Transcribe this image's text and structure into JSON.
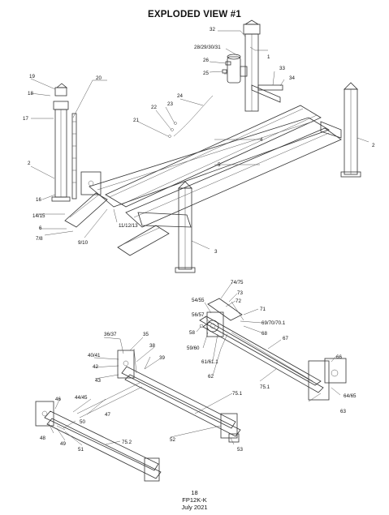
{
  "title": "EXPLODED VIEW #1",
  "footer": {
    "page": "18",
    "model": "FP12K-K",
    "date": "July 2021"
  },
  "callouts": {
    "c1": "1",
    "c2a": "2",
    "c2b": "2",
    "c3": "3",
    "c4": "4",
    "c5": "5",
    "c6": "6",
    "c7_8": "7/8",
    "c9_10": "9/10",
    "c11_13": "11/12/13",
    "c14_15": "14/15",
    "c16": "16",
    "c17": "17",
    "c18": "18",
    "c19": "19",
    "c20": "20",
    "c21": "21",
    "c22": "22",
    "c23": "23",
    "c24": "24",
    "c25": "25",
    "c26": "26",
    "c28_31": "28/29/30/31",
    "c32": "32",
    "c33": "33",
    "c34": "34",
    "c35": "35",
    "c36_37": "36/37",
    "c38": "38",
    "c39": "39",
    "c40_41": "40/41",
    "c42": "42",
    "c43": "43",
    "c44_45": "44/45",
    "c46": "46",
    "c47": "47",
    "c48": "48",
    "c49": "49",
    "c50": "50",
    "c51": "51",
    "c52": "52",
    "c53": "53",
    "c54_55": "54/55",
    "c56_57": "56/57",
    "c58": "58",
    "c59_60": "59/60",
    "c61_61_1": "61/61.1",
    "c62": "62",
    "c63": "63",
    "c64_65": "64/65",
    "c66": "66",
    "c67": "67",
    "c68": "68",
    "c69_70_1": "69/70/70.1",
    "c71": "71",
    "c72": "72",
    "c73": "73",
    "c74_75": "74/75",
    "c75_1a": "75.1",
    "c75_1b": "75.1",
    "c75_2": "75.2"
  }
}
